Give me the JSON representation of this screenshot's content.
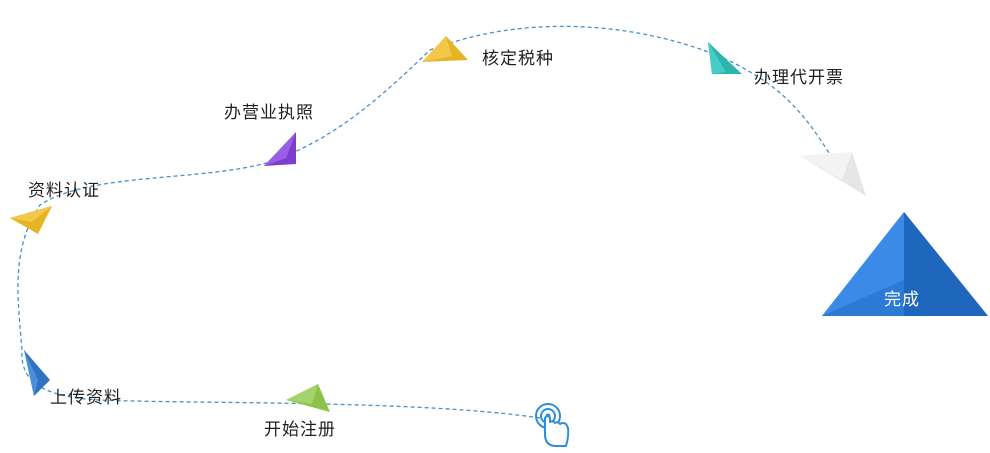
{
  "steps": [
    {
      "label": "开始注册"
    },
    {
      "label": "上传资料"
    },
    {
      "label": "资料认证"
    },
    {
      "label": "办营业执照"
    },
    {
      "label": "核定税种"
    },
    {
      "label": "办理代开票"
    }
  ],
  "finish": {
    "label": "完成"
  },
  "icons": {
    "start": "touch-tap-icon",
    "plane": "paper-plane-icon",
    "finish": "pyramid-icon"
  },
  "colors": {
    "path": "#4a90c8",
    "green": "#8bc34a",
    "blue": "#2f74c0",
    "yellow": "#e6b422",
    "purple": "#7b3fd0",
    "teal": "#2bb5ad",
    "gray": "#e6e6e6",
    "finish": "#2a7ad6"
  }
}
